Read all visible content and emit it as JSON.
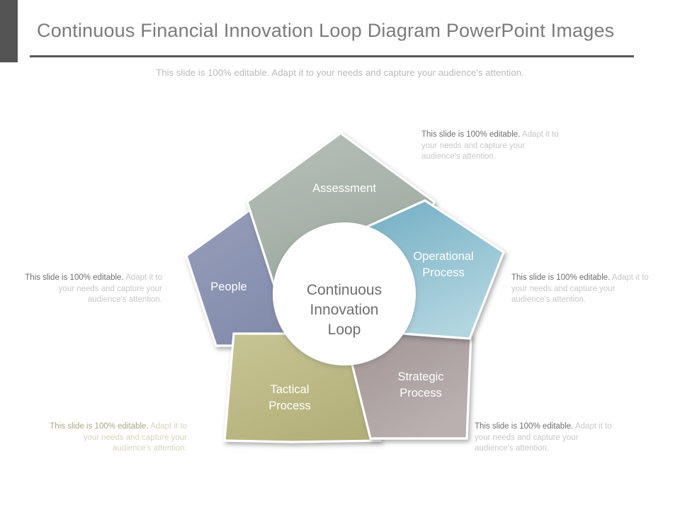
{
  "header": {
    "title": "Continuous Financial Innovation Loop Diagram PowerPoint Images",
    "subtitle": "This slide is 100% editable. Adapt it to your needs and capture your audience's attention.",
    "accent_bar_color": "#545454",
    "rule_color": "#595959",
    "title_color": "#7b7b7b",
    "subtitle_color": "#b9b9b9"
  },
  "diagram": {
    "center": {
      "line1": "Continuous",
      "line2": "Innovation",
      "line3": "Loop",
      "fill": "#ffffff",
      "text_color": "#6f6f6f"
    },
    "segments": [
      {
        "id": "assessment",
        "label_line1": "Assessment",
        "label_line2": "",
        "color_from": "#b7c0b8",
        "color_to": "#9aa79d",
        "position": "top"
      },
      {
        "id": "operational-process",
        "label_line1": "Operational",
        "label_line2": "Process",
        "color_from": "#73aec4",
        "color_to": "#b3d6e0",
        "position": "top-right"
      },
      {
        "id": "strategic-process",
        "label_line1": "Strategic",
        "label_line2": "Process",
        "color_from": "#9e9192",
        "color_to": "#bab0b0",
        "position": "bottom-right"
      },
      {
        "id": "tactical-process",
        "label_line1": "Tactical",
        "label_line2": "Process",
        "color_from": "#c5c392",
        "color_to": "#b2ae78",
        "position": "bottom-left"
      },
      {
        "id": "people",
        "label_line1": "People",
        "label_line2": "",
        "color_from": "#959dba",
        "color_to": "#7f88a8",
        "position": "top-left"
      }
    ]
  },
  "notes": [
    {
      "id": "note-assessment",
      "lead": "This slide is 100% editable.",
      "rest": " Adapt it to your needs and capture your audience's attention."
    },
    {
      "id": "note-operational-process",
      "lead": "This slide is 100% editable.",
      "rest": " Adapt it to your needs and capture your audience's attention."
    },
    {
      "id": "note-strategic-process",
      "lead": "This slide is 100% editable.",
      "rest": " Adapt it to your needs and capture your audience's attention."
    },
    {
      "id": "note-tactical-process",
      "lead": "This slide is 100% editable.",
      "rest": " Adapt it to your needs and capture your audience's attention."
    },
    {
      "id": "note-people",
      "lead": "This slide is 100% editable.",
      "rest": " Adapt it to your needs and capture your audience's attention."
    }
  ]
}
